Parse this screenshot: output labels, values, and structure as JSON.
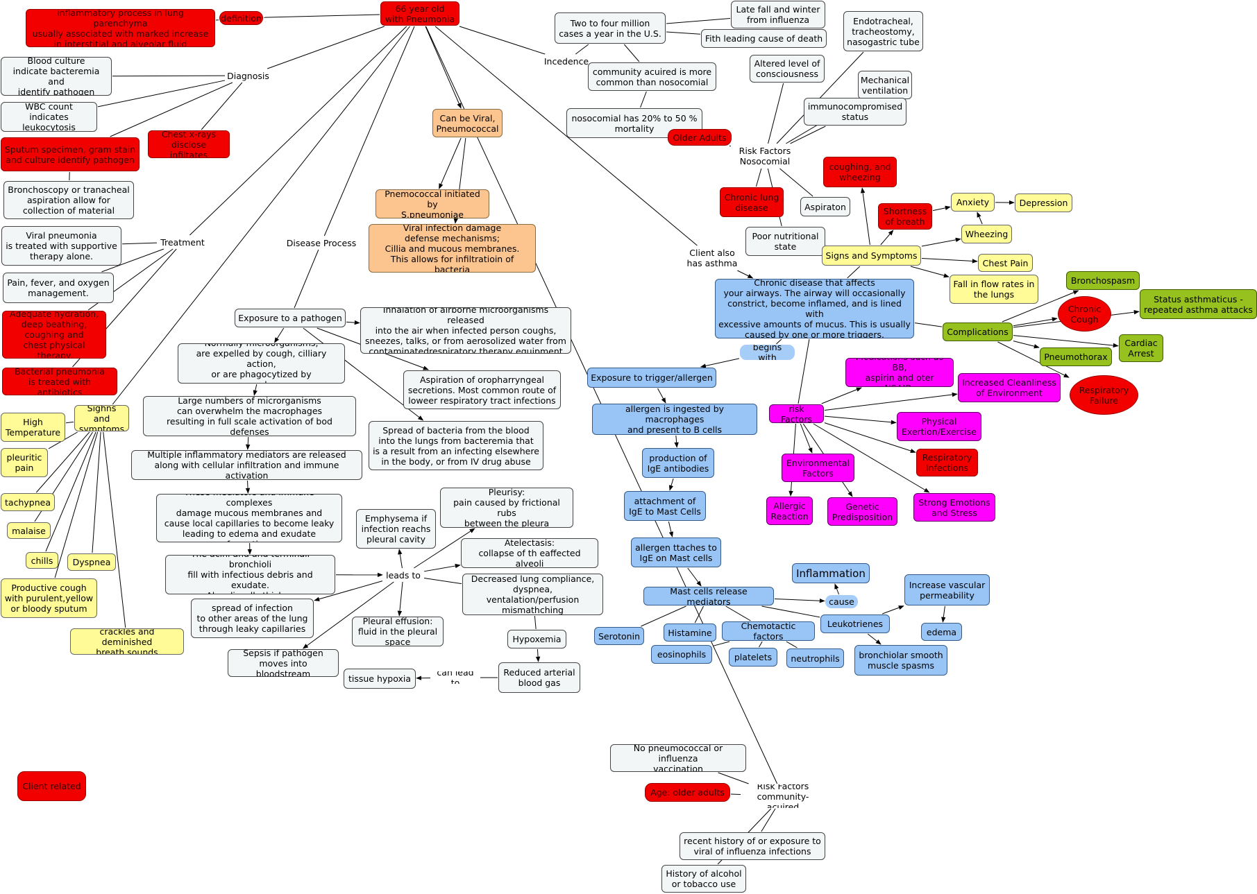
{
  "map": {
    "nodes": {
      "root": "66 year old\nwith Pneumonia",
      "definition": "definition",
      "def_text": "inflammatory process in lung parenchyma\nusually associated with marked increase\nin interstitial and alveolar fluid",
      "diagnosis": "Diagnosis",
      "blood_culture": "Blood culture\nindicate bacteremia and\nidentify pathogen",
      "wbc": "WBC count indicates\nleukocytosis",
      "sputum": "Sputum specimen, gram stain\nand culture identify pathogen",
      "xray": "Chest x-rays\ndisclose infiltates",
      "broncho": "Bronchoscopy or tranacheal\naspiration allow for\ncollection of material",
      "treatment": "Treatment",
      "viral_tx": "Viral pneumonia\nis treated with supportive\ntherapy alone.",
      "pain_mgmt": "Pain, fever, and oxygen\nmanagement.",
      "hydration": "Adequate hydration,\ndeep beathing,\ncoughing and\nchest physical therapy",
      "bact_tx": "Bacterial pneumonia\nis treated with antibiotics",
      "sighns": "Sighns and\nsymptoms",
      "high_temp": "High\nTemperature",
      "pleuritic": "pleuritic\npain",
      "tachypnea": "tachypnea",
      "malaise": "malaise",
      "chills": "chills",
      "dyspnea": "Dyspnea",
      "productive": "Productive cough\nwith purulent,yellow\nor bloody sputum",
      "crackles": "crackles and deminished\nbreath sounds",
      "client_related": "Client related",
      "disease_process": "Disease Process",
      "exposure": "Exposure to a pathogen",
      "inhalation": "Inhalation of airborne microorganisms released\ninto the air when infected person coughs,\nsneezes, talks, or from aerosolized water from\ncontaminatedrespiratory therapy equipment",
      "normally": "Normally microorganisms,\nare expelled by cough, cilliary action,\nor are phagocytized by macrophages",
      "aspiration": "Aspiration of oropharryngeal\nsecretions. Most common route of\nloweer respiratory  tract infections",
      "large": "Large numbers of microrganisms\ncan overwhelm the macrophages\nresulting in full scale activation of bod defenses",
      "spread_blood": "Spread of bacteria from the blood\ninto the lungs from bacteremia that\nis a result from an infecting elsewhere\nin the body, or from IV drug abuse",
      "multiple": "Multiple inflammatory mediators are released\nalong with cellular infiltration and immune activation",
      "mediators": "These mediators and immune complexes\ndamage mucous membranes and\ncause local capillaries  to become leaky\nleading to edema and exudate formation.",
      "acini": "The acini and and terminall bronchioli\nfill with infectious debris and exudate.\nAlveoli walls thicken",
      "leads_to": "leads to",
      "emphysema": "Emphysema if\ninfection reachs\npleural cavity",
      "pleurisy": "Pleurisy:\npain caused by frictional rubs\nbetween the pleura",
      "atelectasis": "Atelectasis:\ncollapse of th eaffected alveoli",
      "decreased": "Decreased lung compliance,\ndyspnea, ventalation/perfusion\nmismathching",
      "spread_other": "spread of infection\nto other areas of the lung\nthrough leaky capillaries",
      "effusion": "Pleural effusion:\nfluid in the pleural space",
      "sepsis": "Sepsis if pathogen\nmoves into bloodstream",
      "hypoxemia": "Hypoxemia",
      "reduced": "Reduced arterial\nblood gas",
      "can_lead": "can lead to",
      "tissue": "tissue hypoxia",
      "viral_pneumo": "Can be Viral,\nPneumococcal",
      "pnemo_init": "Pnemococcal initiated by\nS.pneumoniae",
      "viral_damage": "Viral infection damage\ndefense mechanisms;\nCillia and mucous membranes.\nThis allows for infiltratioin of bacteria",
      "incidence": "Incedence",
      "two_four": "Two to four million\ncases a year in the U.S.",
      "late_fall": "Late fall and winter\nfrom influenza",
      "fifth": "Fith leading cause of death",
      "community": "community acuired is more\ncommon than nosocomial",
      "nosocomial": "nosocomial has 20% to 50 %\nmortality",
      "older_adults": "Older Adults",
      "endotracheal": "Endotracheal,\ntracheostomy,\nnasogastric tube",
      "altered": "Altered level of\nconsciousness",
      "mechanical": "Mechanical\nventilation",
      "immuno": "immunocompromised\nstatus",
      "rf_nosocomial": "Risk Factors\nNosocomial",
      "chronic_lung": "Chronic lung\ndisease",
      "aspiraton": "Aspiraton",
      "poor_nutrition": "Poor nutritional\nstate",
      "client_asthma": "Client also\nhas asthma",
      "coughing": "coughing, and\nwheezing",
      "shortness": "Shortness\nof breath",
      "anxiety": "Anxiety",
      "depression": "Depression",
      "wheezing": "Wheezing",
      "signs_symptoms": "Signs and Symptoms",
      "chest_pain": "Chest Pain",
      "fall_flow": "Fall in flow rates in\nthe lungs",
      "chronic_disease": "Chronic disease that affects\nyour airways.  The airway will occasionally\nconstrict, become inflamed, and is lined with\nexcessive amounts of mucus.  This is usually\ncaused by one or more triggers.",
      "begins_with": "begins with",
      "complications": "Complications",
      "bronchospasm": "Bronchospasm",
      "chronic_cough": "Chronic\nCough",
      "status_asth": "Status asthmaticus -\nrepeated asthma attacks",
      "pneumothorax": "Pneumothorax",
      "cardiac": "Cardiac\nArrest",
      "resp_failure": "Respiratory\nFailure",
      "exposure_trigger": "Exposure to trigger/allergen",
      "allergen_ingested": "allergen is ingested by macrophages\nand present to B cells",
      "ige_prod": "production of\nIgE antibodies",
      "attachment": "attachment of\nIgE to Mast Cells",
      "allergen_attaches": "allergen ttaches to\nIgE on Mast cells",
      "mast_release": "Mast cells release mediators",
      "inflammation": "Inflammation",
      "cause": "cause",
      "serotonin": "Serotonin",
      "histamine": "Histamine",
      "chemotactic": "Chemotactic factors",
      "leukotrienes": "Leukotrienes",
      "increase_vasc": "Increase vascular\npermeability",
      "edema": "edema",
      "eosinophils": "eosinophils",
      "platelets": "platelets",
      "neutrophils": "neutrophils",
      "bronchiolar": "bronchiolar smooth\nmuscle spasms",
      "risk_factors_a": "risk Factors",
      "medications": "Medications such as BB,\naspirin and oter NSAID.",
      "cleanliness": "Increased Cleanliness\nof Environment",
      "physical": "Physical\nExertion/Exercise",
      "resp_infections": "Respiratory\nInfections",
      "environmental": "Environmental\nFactors",
      "strong_emotions": "Strong Emotions\nand Stress",
      "allergic": "Allergic\nReaction",
      "genetic": "Genetic\nPredisposition",
      "no_vaccine": "No pneumococcal or influenza\nvaccination",
      "age_older": "Age: older adults",
      "rf_community": "Risk Factors\ncommunity-acuired",
      "recent_history": "recent history of or exposure to\nviral of influenza infections",
      "alcohol": "History of alcohol\nor tobacco use"
    }
  }
}
